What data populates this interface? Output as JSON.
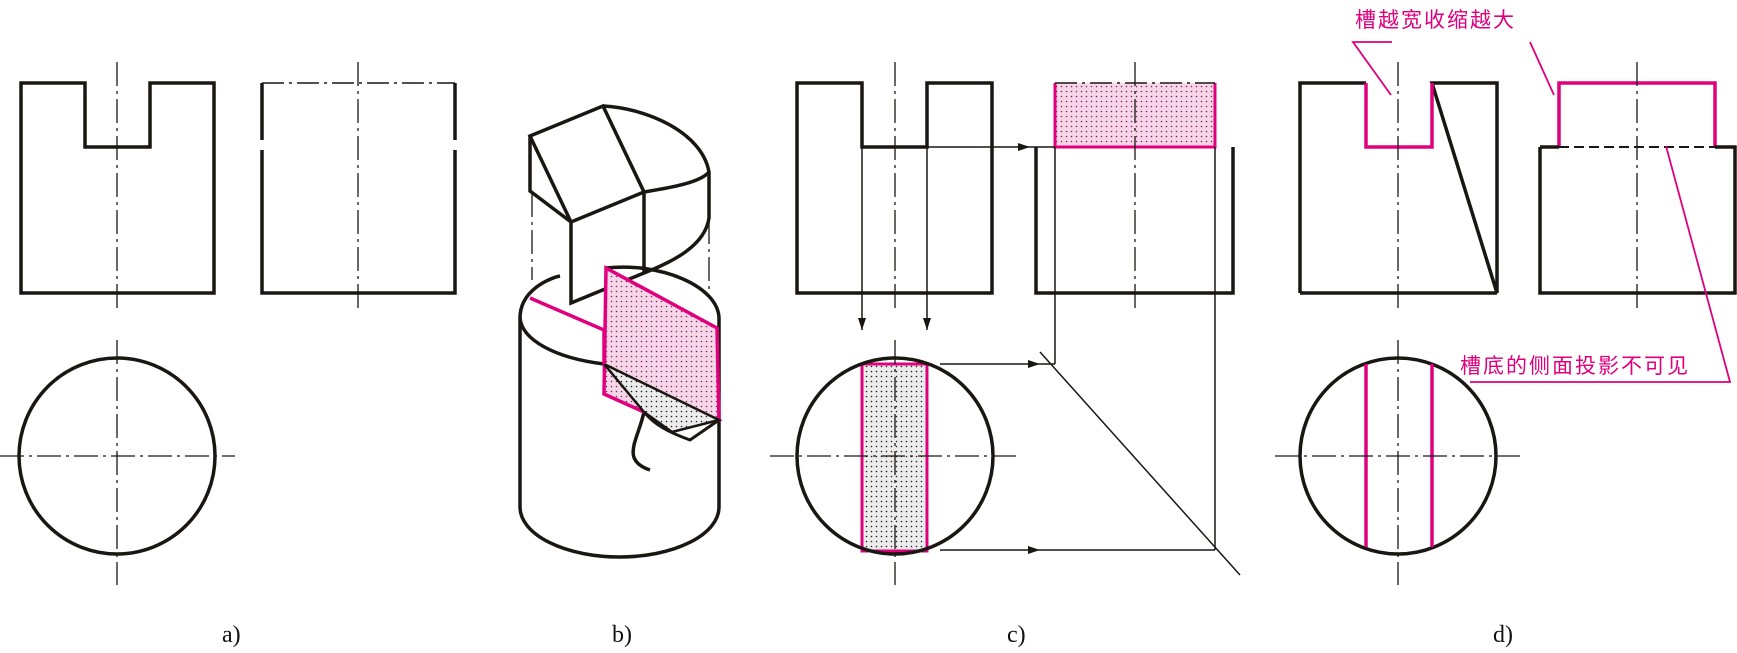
{
  "colors": {
    "outline": "#1a1612",
    "accent": "#e0007e",
    "hatch_pink": "#f6cfe6",
    "hatch_gray": "#e4e4e4"
  },
  "labels": {
    "a": "a)",
    "b": "b)",
    "c": "c)",
    "d": "d)"
  },
  "annotations": {
    "slot_width": "槽越宽收缩越大",
    "slot_bottom": "槽底的侧面投影不可见"
  }
}
